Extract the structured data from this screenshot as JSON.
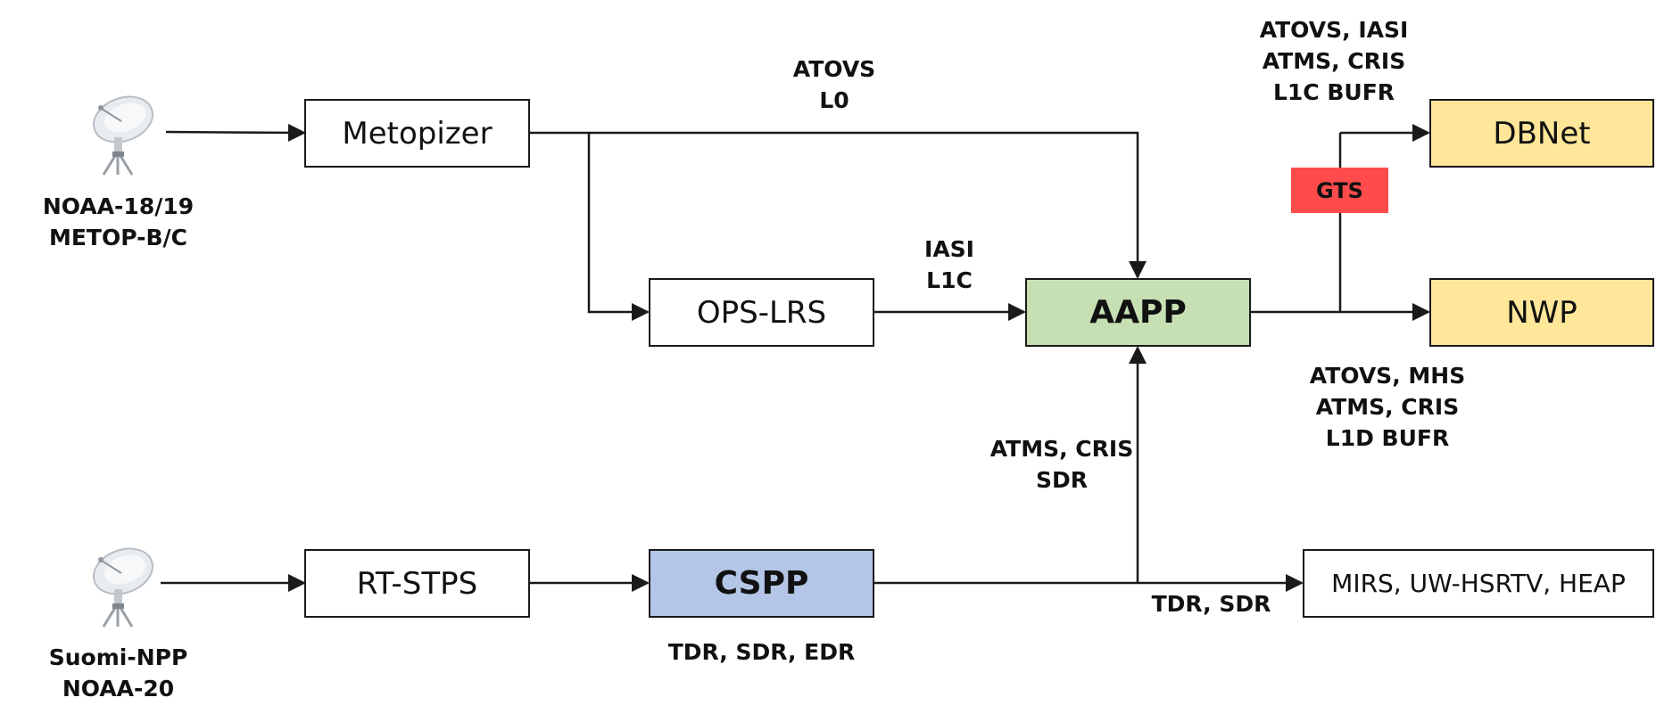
{
  "boxes": {
    "metopizer": "Metopizer",
    "ops_lrs": "OPS-LRS",
    "aapp": "AAPP",
    "rt_stps": "RT-STPS",
    "cspp": "CSPP",
    "dbnet": "DBNet",
    "nwp": "NWP",
    "gts": "GTS",
    "mirs": "MIRS, UW-HSRTV, HEAP"
  },
  "labels": {
    "noaa_metop": [
      "NOAA-18/19",
      "METOP-B/C"
    ],
    "suomi_noaa": [
      "Suomi-NPP",
      "NOAA-20"
    ],
    "atovs_l0": [
      "ATOVS",
      "L0"
    ],
    "iasi_l1c": [
      "IASI",
      "L1C"
    ],
    "dbnet_products": [
      "ATOVS, IASI",
      "ATMS, CRIS",
      "L1C BUFR"
    ],
    "nwp_products": [
      "ATOVS, MHS",
      "ATMS, CRIS",
      "L1D BUFR"
    ],
    "atms_cris_sdr": [
      "ATMS, CRIS",
      "SDR"
    ],
    "cspp_products": "TDR, SDR, EDR",
    "tdr_sdr": "TDR, SDR"
  },
  "colors": {
    "aapp_fill": "#c6e0b4",
    "cspp_fill": "#b4c6e7",
    "output_fill": "#ffe699",
    "gts_fill": "#ff4b4b"
  },
  "icons": [
    "satellite-dish-icon",
    "satellite-dish-icon"
  ]
}
